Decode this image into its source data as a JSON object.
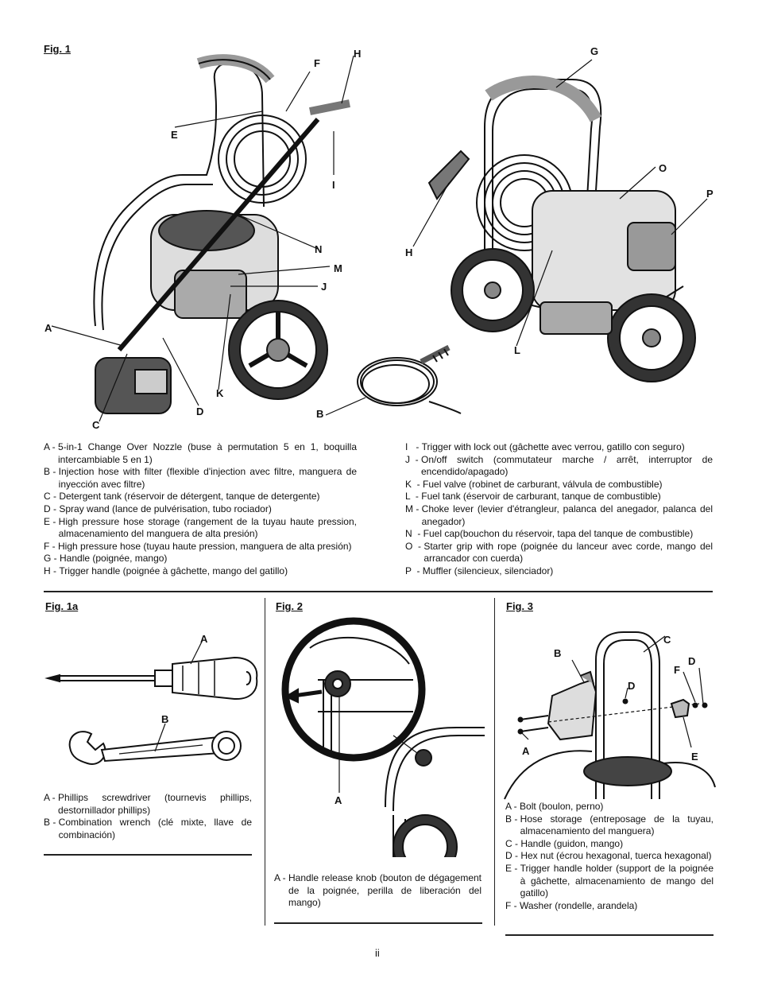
{
  "fig1": {
    "title": "Fig. 1",
    "callouts": {
      "A": "A",
      "B": "B",
      "C": "C",
      "D": "D",
      "E": "E",
      "F": "F",
      "G": "G",
      "H1": "H",
      "H2": "H",
      "I": "I",
      "J": "J",
      "K": "K",
      "L": "L",
      "M": "M",
      "N": "N",
      "O": "O",
      "P": "P"
    },
    "legend_left": [
      {
        "key": "A - ",
        "text": "5-in-1 Change Over Nozzle (buse à permutation 5 en 1, boquilla intercambiable 5 en 1)"
      },
      {
        "key": "B - ",
        "text": "Injection hose with filter (flexible d'injection avec filtre, manguera de inyección avec filtre)"
      },
      {
        "key": "C - ",
        "text": "Detergent tank (réservoir de détergent, tanque de detergente)"
      },
      {
        "key": "D - ",
        "text": "Spray wand (lance de pulvérisation, tubo rociador)"
      },
      {
        "key": "E - ",
        "text": "High pressure hose storage (rangement de la tuyau haute pression, almacenamiento del manguera de alta presión)"
      },
      {
        "key": "F - ",
        "text": "High pressure hose (tuyau haute pression, manguera de alta presión)"
      },
      {
        "key": "G - ",
        "text": "Handle (poignée, mango)"
      },
      {
        "key": "H - ",
        "text": "Trigger handle (poignée à gâchette, mango del gatillo)"
      }
    ],
    "legend_right": [
      {
        "key": "I   - ",
        "text": "Trigger with lock out (gâchette avec verrou, gatillo con seguro)"
      },
      {
        "key": "J  - ",
        "text": "On/off switch (commutateur marche / arrêt, interruptor de encendido/apagado)"
      },
      {
        "key": "K  - ",
        "text": "Fuel valve (robinet de carburant, válvula de combustible)"
      },
      {
        "key": "L  - ",
        "text": "Fuel tank (éservoir de carburant, tanque de combustible)"
      },
      {
        "key": "M - ",
        "text": "Choke lever (levier d'étrangleur, palanca del anegador, palanca del anegador)"
      },
      {
        "key": "N  - ",
        "text": "Fuel cap(bouchon du réservoir, tapa del tanque de combustible)"
      },
      {
        "key": "O  - ",
        "text": "Starter grip with rope (poignée du lanceur avec corde, mango del arrancador con cuerda)"
      },
      {
        "key": "P  - ",
        "text": "Muffler (silencieux,  silenciador)"
      }
    ]
  },
  "fig1a": {
    "title": "Fig. 1a",
    "callouts": {
      "A": "A",
      "B": "B"
    },
    "legend": [
      {
        "key": "A - ",
        "text": "Phillips screwdriver (tournevis phillips, destornillador phillips)"
      },
      {
        "key": "B - ",
        "text": "Combination wrench (clé mixte, llave de combinación)"
      }
    ]
  },
  "fig2": {
    "title": "Fig. 2",
    "callouts": {
      "A": "A"
    },
    "legend": [
      {
        "key": "A - ",
        "text": "Handle release knob (bouton de dégagement de la poignée, perilla de liberación del mango)"
      }
    ]
  },
  "fig3": {
    "title": "Fig. 3",
    "callouts": {
      "A": "A",
      "B": "B",
      "C": "C",
      "D1": "D",
      "D2": "D",
      "E": "E",
      "F": "F"
    },
    "legend": [
      {
        "key": "A - ",
        "text": "Bolt (boulon, perno)"
      },
      {
        "key": "B - ",
        "text": "Hose storage (entreposage de la tuyau, almacenamiento del manguera)"
      },
      {
        "key": "C - ",
        "text": "Handle (guidon, mango)"
      },
      {
        "key": "D - ",
        "text": "Hex nut (écrou hexagonal, tuerca hexagonal)"
      },
      {
        "key": "E - ",
        "text": "Trigger handle holder (support de la poignée à gâchette, almacenamiento de mango del gatillo)"
      },
      {
        "key": "F - ",
        "text": "Washer (rondelle, arandela)"
      }
    ]
  },
  "page_number": "ii"
}
